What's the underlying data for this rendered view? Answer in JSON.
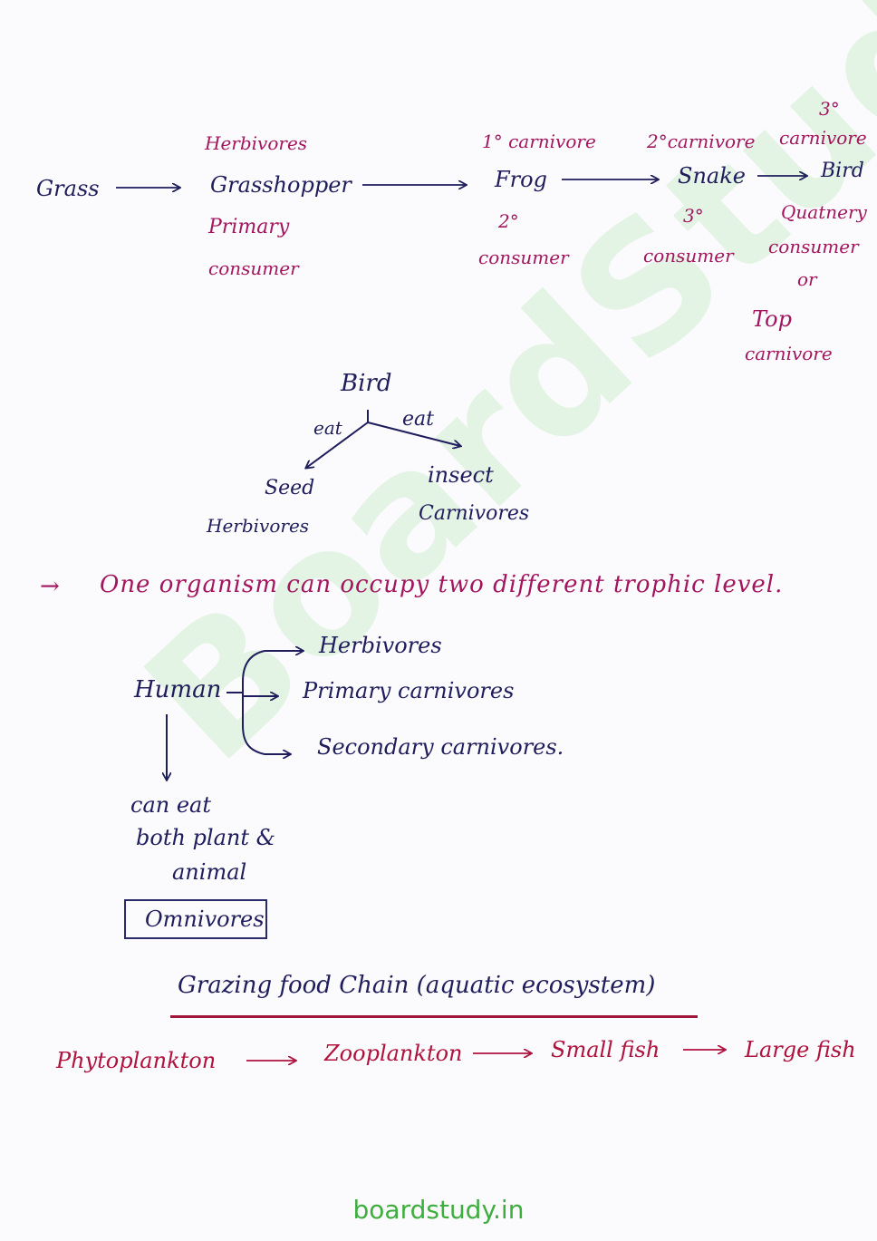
{
  "terrestrial_chain": {
    "grass": "Grass",
    "herbivores_label": "Herbivores",
    "grasshopper": "Grasshopper",
    "primary_label": "Primary",
    "primary_consumer_label": "consumer",
    "carnivore1_label": "1° carnivore",
    "frog": "Frog",
    "frog_order": "2°",
    "frog_consumer_label": "consumer",
    "carnivore2_label": "2°carnivore",
    "snake": "Snake",
    "snake_order": "3°",
    "snake_consumer_label": "consumer",
    "carnivore3_order": "3°",
    "carnivore3_label": "carnivore",
    "bird": "Bird",
    "quaternary_label": "Quatnery",
    "quaternary_consumer_label": "consumer",
    "or_label": "or",
    "top_label": "Top",
    "top_carnivore_label": "carnivore"
  },
  "bird_diagram": {
    "bird": "Bird",
    "left_eat": "eat",
    "right_eat": "eat",
    "seed": "Seed",
    "seed_role": "Herbivores",
    "insect": "insect",
    "insect_role": "Carnivores"
  },
  "note": {
    "arrow": "→",
    "text": "One organism can occupy two different trophic level."
  },
  "human_diagram": {
    "human": "Human",
    "branch1": "Herbivores",
    "branch2": "Primary carnivores",
    "branch3": "Secondary carnivores.",
    "desc_line1": "can eat",
    "desc_line2": "both plant &",
    "desc_line3": "animal",
    "omnivores": "Omnivores"
  },
  "aquatic": {
    "heading": "Grazing food Chain (aquatic ecosystem)",
    "items": [
      "Phytoplankton",
      "Zooplankton",
      "Small fish",
      "Large fish"
    ]
  },
  "watermark": "BoardStudy",
  "footer": "boardstudy.in",
  "colors": {
    "navy_ink": "#1f1d5c",
    "pink_ink": "#a3165f",
    "red_ink": "#b0123e",
    "watermark_green": "#8cd78c",
    "footer_green": "#3fae3f"
  }
}
